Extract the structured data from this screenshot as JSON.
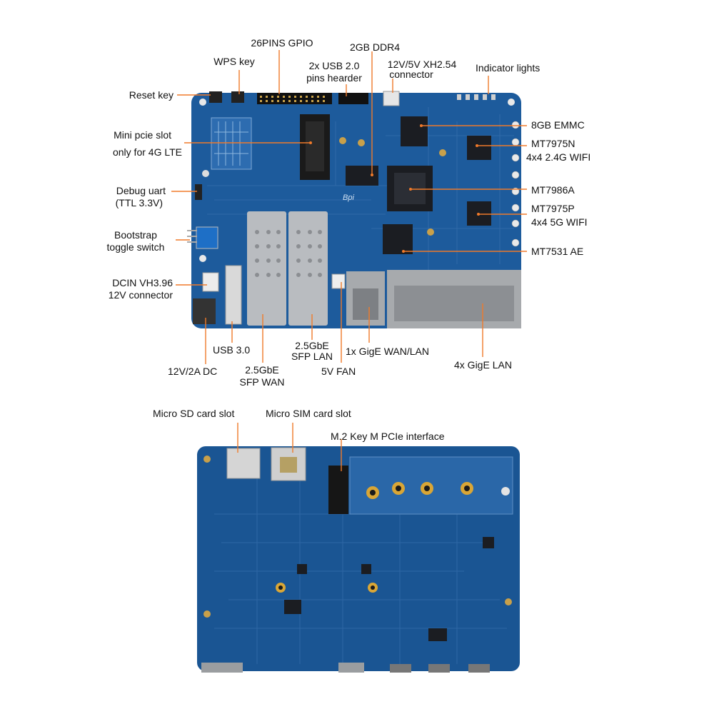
{
  "top_board": {
    "callouts": {
      "gpio": "26PINS GPIO",
      "ddr": "2GB DDR4",
      "wps": "WPS key",
      "usb2": [
        "2x USB 2.0",
        "pins hearder"
      ],
      "power_conn": [
        "12V/5V XH2.54",
        "connector"
      ],
      "indicator": "Indicator lights",
      "reset": "Reset key",
      "emmc": "8GB EMMC",
      "minipcie": [
        "Mini pcie slot",
        "only for 4G LTE"
      ],
      "mt7975n": [
        "MT7975N",
        "4x4 2.4G WIFI"
      ],
      "uart": [
        "Debug uart",
        "(TTL 3.3V)"
      ],
      "mt7986a": "MT7986A",
      "mt7975p": [
        "MT7975P",
        "4x4 5G WIFI"
      ],
      "bootstrap": [
        "Bootstrap",
        "toggle switch"
      ],
      "mt7531": "MT7531 AE",
      "dcin": [
        "DCIN VH3.96",
        "12V connector"
      ],
      "sfp_lan": [
        "2.5GbE",
        "SFP LAN"
      ],
      "wan_lan": "1x GigE WAN/LAN",
      "usb3": "USB 3.0",
      "gige_lan": "4x GigE LAN",
      "dc": "12V/2A DC",
      "sfp_wan": [
        "2.5GbE",
        "SFP WAN"
      ],
      "fan": "5V FAN"
    }
  },
  "bottom_board": {
    "callouts": {
      "microsd": "Micro SD card slot",
      "microsim": "Micro SIM card slot",
      "m2": "M.2 Key M PCIe interface"
    }
  },
  "colors": {
    "pcb": "#1d5b9c",
    "leader": "#f07a2a"
  }
}
